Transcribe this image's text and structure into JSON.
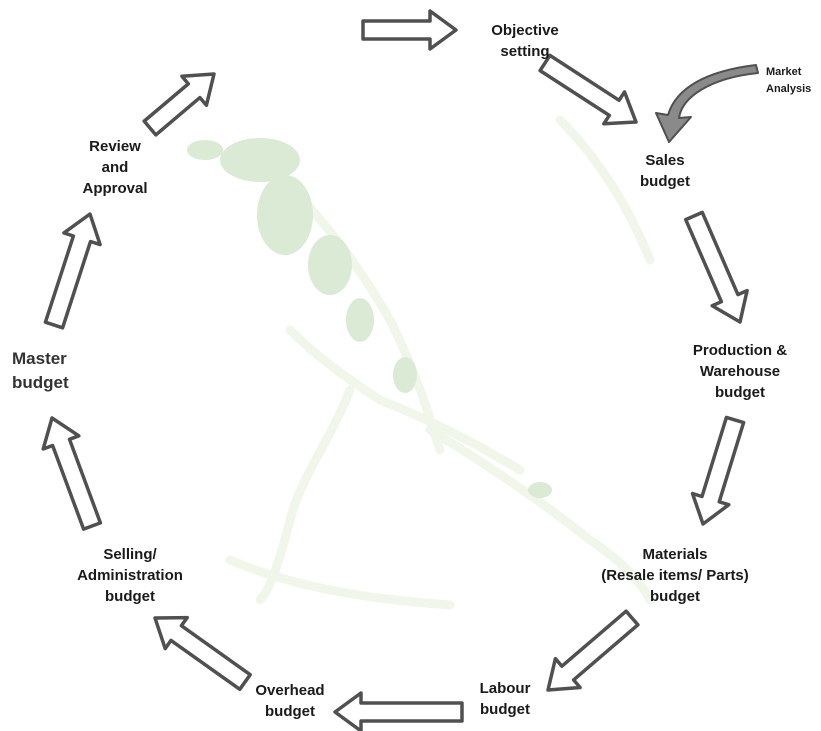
{
  "colors": {
    "arrow_stroke": "#505050",
    "arrow_fill": "#ffffff",
    "curved_arrow_fill": "#8a8a8a",
    "watermark": "#cfe3c8",
    "text": "#1a1a1a"
  },
  "nodes": {
    "objective": [
      "Objective",
      "setting"
    ],
    "sales": [
      "Sales",
      "budget"
    ],
    "production": [
      "Production &",
      "Warehouse",
      "budget"
    ],
    "materials": [
      "Materials",
      "(Resale items/ Parts)",
      "budget"
    ],
    "labour": [
      "Labour",
      "budget"
    ],
    "overhead": [
      "Overhead",
      "budget"
    ],
    "selling": [
      "Selling/",
      "Administration",
      "budget"
    ],
    "master": [
      "Master",
      "budget"
    ],
    "review": [
      "Review",
      "and",
      "Approval"
    ],
    "market": [
      "Market",
      "Analysis"
    ]
  },
  "background_image": "climber-watermark"
}
